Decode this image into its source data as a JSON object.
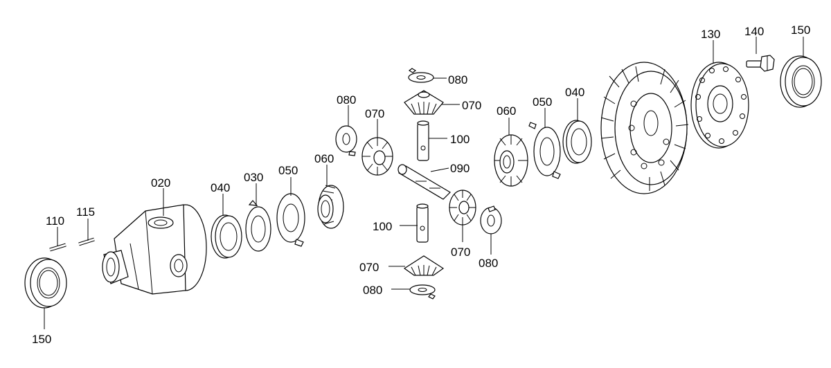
{
  "diagram": {
    "type": "exploded-parts-view",
    "callouts": [
      {
        "id": "c-150-left",
        "number": "150"
      },
      {
        "id": "c-110",
        "number": "110"
      },
      {
        "id": "c-115",
        "number": "115"
      },
      {
        "id": "c-020",
        "number": "020"
      },
      {
        "id": "c-040-left",
        "number": "040"
      },
      {
        "id": "c-030",
        "number": "030"
      },
      {
        "id": "c-050-left",
        "number": "050"
      },
      {
        "id": "c-060-left",
        "number": "060"
      },
      {
        "id": "c-080-left",
        "number": "080"
      },
      {
        "id": "c-070-left",
        "number": "070"
      },
      {
        "id": "c-080-top",
        "number": "080"
      },
      {
        "id": "c-070-top",
        "number": "070"
      },
      {
        "id": "c-100-top",
        "number": "100"
      },
      {
        "id": "c-090",
        "number": "090"
      },
      {
        "id": "c-100-bottom",
        "number": "100"
      },
      {
        "id": "c-070-right",
        "number": "070"
      },
      {
        "id": "c-080-right",
        "number": "080"
      },
      {
        "id": "c-070-bottom",
        "number": "070"
      },
      {
        "id": "c-080-bottom",
        "number": "080"
      },
      {
        "id": "c-060-right",
        "number": "060"
      },
      {
        "id": "c-050-right",
        "number": "050"
      },
      {
        "id": "c-040-right",
        "number": "040"
      },
      {
        "id": "c-130",
        "number": "130"
      },
      {
        "id": "c-140",
        "number": "140"
      },
      {
        "id": "c-150-right",
        "number": "150"
      }
    ]
  }
}
